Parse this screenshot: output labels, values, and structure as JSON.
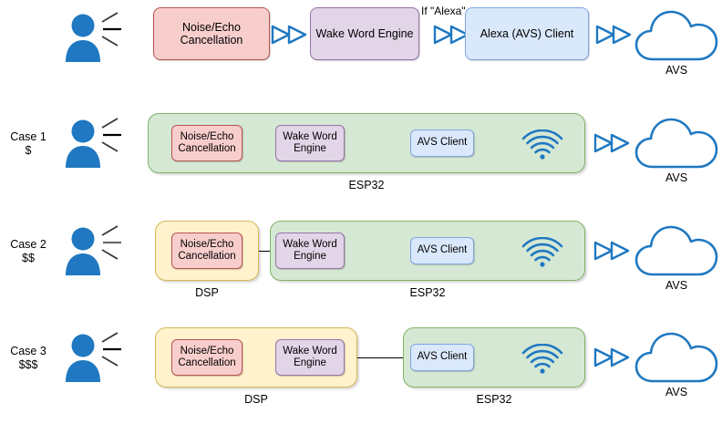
{
  "meta": {
    "title": "Alexa Voice Service pipeline partitioning diagram",
    "colors": {
      "pink_fill": "#f8cecc",
      "pink_stroke": "#b85450",
      "purple_fill": "#e1d5e7",
      "purple_stroke": "#9673a6",
      "blue_fill": "#dae8fc",
      "blue_stroke": "#7ea6e0",
      "green_fill": "#d5e8d4",
      "green_stroke": "#82b366",
      "yellow_fill": "#fff2cc",
      "yellow_stroke": "#d6b656",
      "icon_blue": "#1f78c1"
    }
  },
  "rows": [
    {
      "id": "reference",
      "case_label": "",
      "cost_label": "",
      "speaker_icon": "person-speaking-icon",
      "blocks": [
        {
          "name": "noise-echo-cancellation",
          "label": "Noise/Echo\nCancellation",
          "line1": "Noise/Echo",
          "line2": "Cancellation"
        },
        {
          "name": "wake-word-engine",
          "label": "Wake Word Engine",
          "line1": "Wake Word Engine",
          "line2": ""
        },
        {
          "name": "alexa-avs-client",
          "label": "Alexa (AVS) Client",
          "line1": "Alexa (AVS) Client",
          "line2": ""
        }
      ],
      "edge_label": "If \"Alexa\"",
      "cloud_label": "AVS"
    },
    {
      "id": "case1",
      "case_label": "Case 1",
      "cost_label": "$",
      "speaker_icon": "person-speaking-icon",
      "containers": [
        {
          "name": "esp32-container",
          "caption": "ESP32",
          "color": "green"
        }
      ],
      "blocks": [
        {
          "name": "noise-echo-cancellation",
          "line1": "Noise/Echo",
          "line2": "Cancellation"
        },
        {
          "name": "wake-word-engine",
          "line1": "Wake Word",
          "line2": "Engine"
        },
        {
          "name": "avs-client",
          "line1": "AVS Client",
          "line2": ""
        }
      ],
      "wifi_icon": "wifi-icon",
      "cloud_label": "AVS"
    },
    {
      "id": "case2",
      "case_label": "Case 2",
      "cost_label": "$$",
      "speaker_icon": "person-speaking-icon",
      "containers": [
        {
          "name": "dsp-container",
          "caption": "DSP",
          "color": "yellow"
        },
        {
          "name": "esp32-container",
          "caption": "ESP32",
          "color": "green"
        }
      ],
      "blocks": [
        {
          "name": "noise-echo-cancellation",
          "line1": "Noise/Echo",
          "line2": "Cancellation"
        },
        {
          "name": "wake-word-engine",
          "line1": "Wake Word",
          "line2": "Engine"
        },
        {
          "name": "avs-client",
          "line1": "AVS Client",
          "line2": ""
        }
      ],
      "wifi_icon": "wifi-icon",
      "cloud_label": "AVS"
    },
    {
      "id": "case3",
      "case_label": "Case 3",
      "cost_label": "$$$",
      "speaker_icon": "person-speaking-icon",
      "containers": [
        {
          "name": "dsp-container",
          "caption": "DSP",
          "color": "yellow"
        },
        {
          "name": "esp32-container",
          "caption": "ESP32",
          "color": "green"
        }
      ],
      "blocks": [
        {
          "name": "noise-echo-cancellation",
          "line1": "Noise/Echo",
          "line2": "Cancellation"
        },
        {
          "name": "wake-word-engine",
          "line1": "Wake Word",
          "line2": "Engine"
        },
        {
          "name": "avs-client",
          "line1": "AVS Client",
          "line2": ""
        }
      ],
      "wifi_icon": "wifi-icon",
      "cloud_label": "AVS"
    }
  ]
}
